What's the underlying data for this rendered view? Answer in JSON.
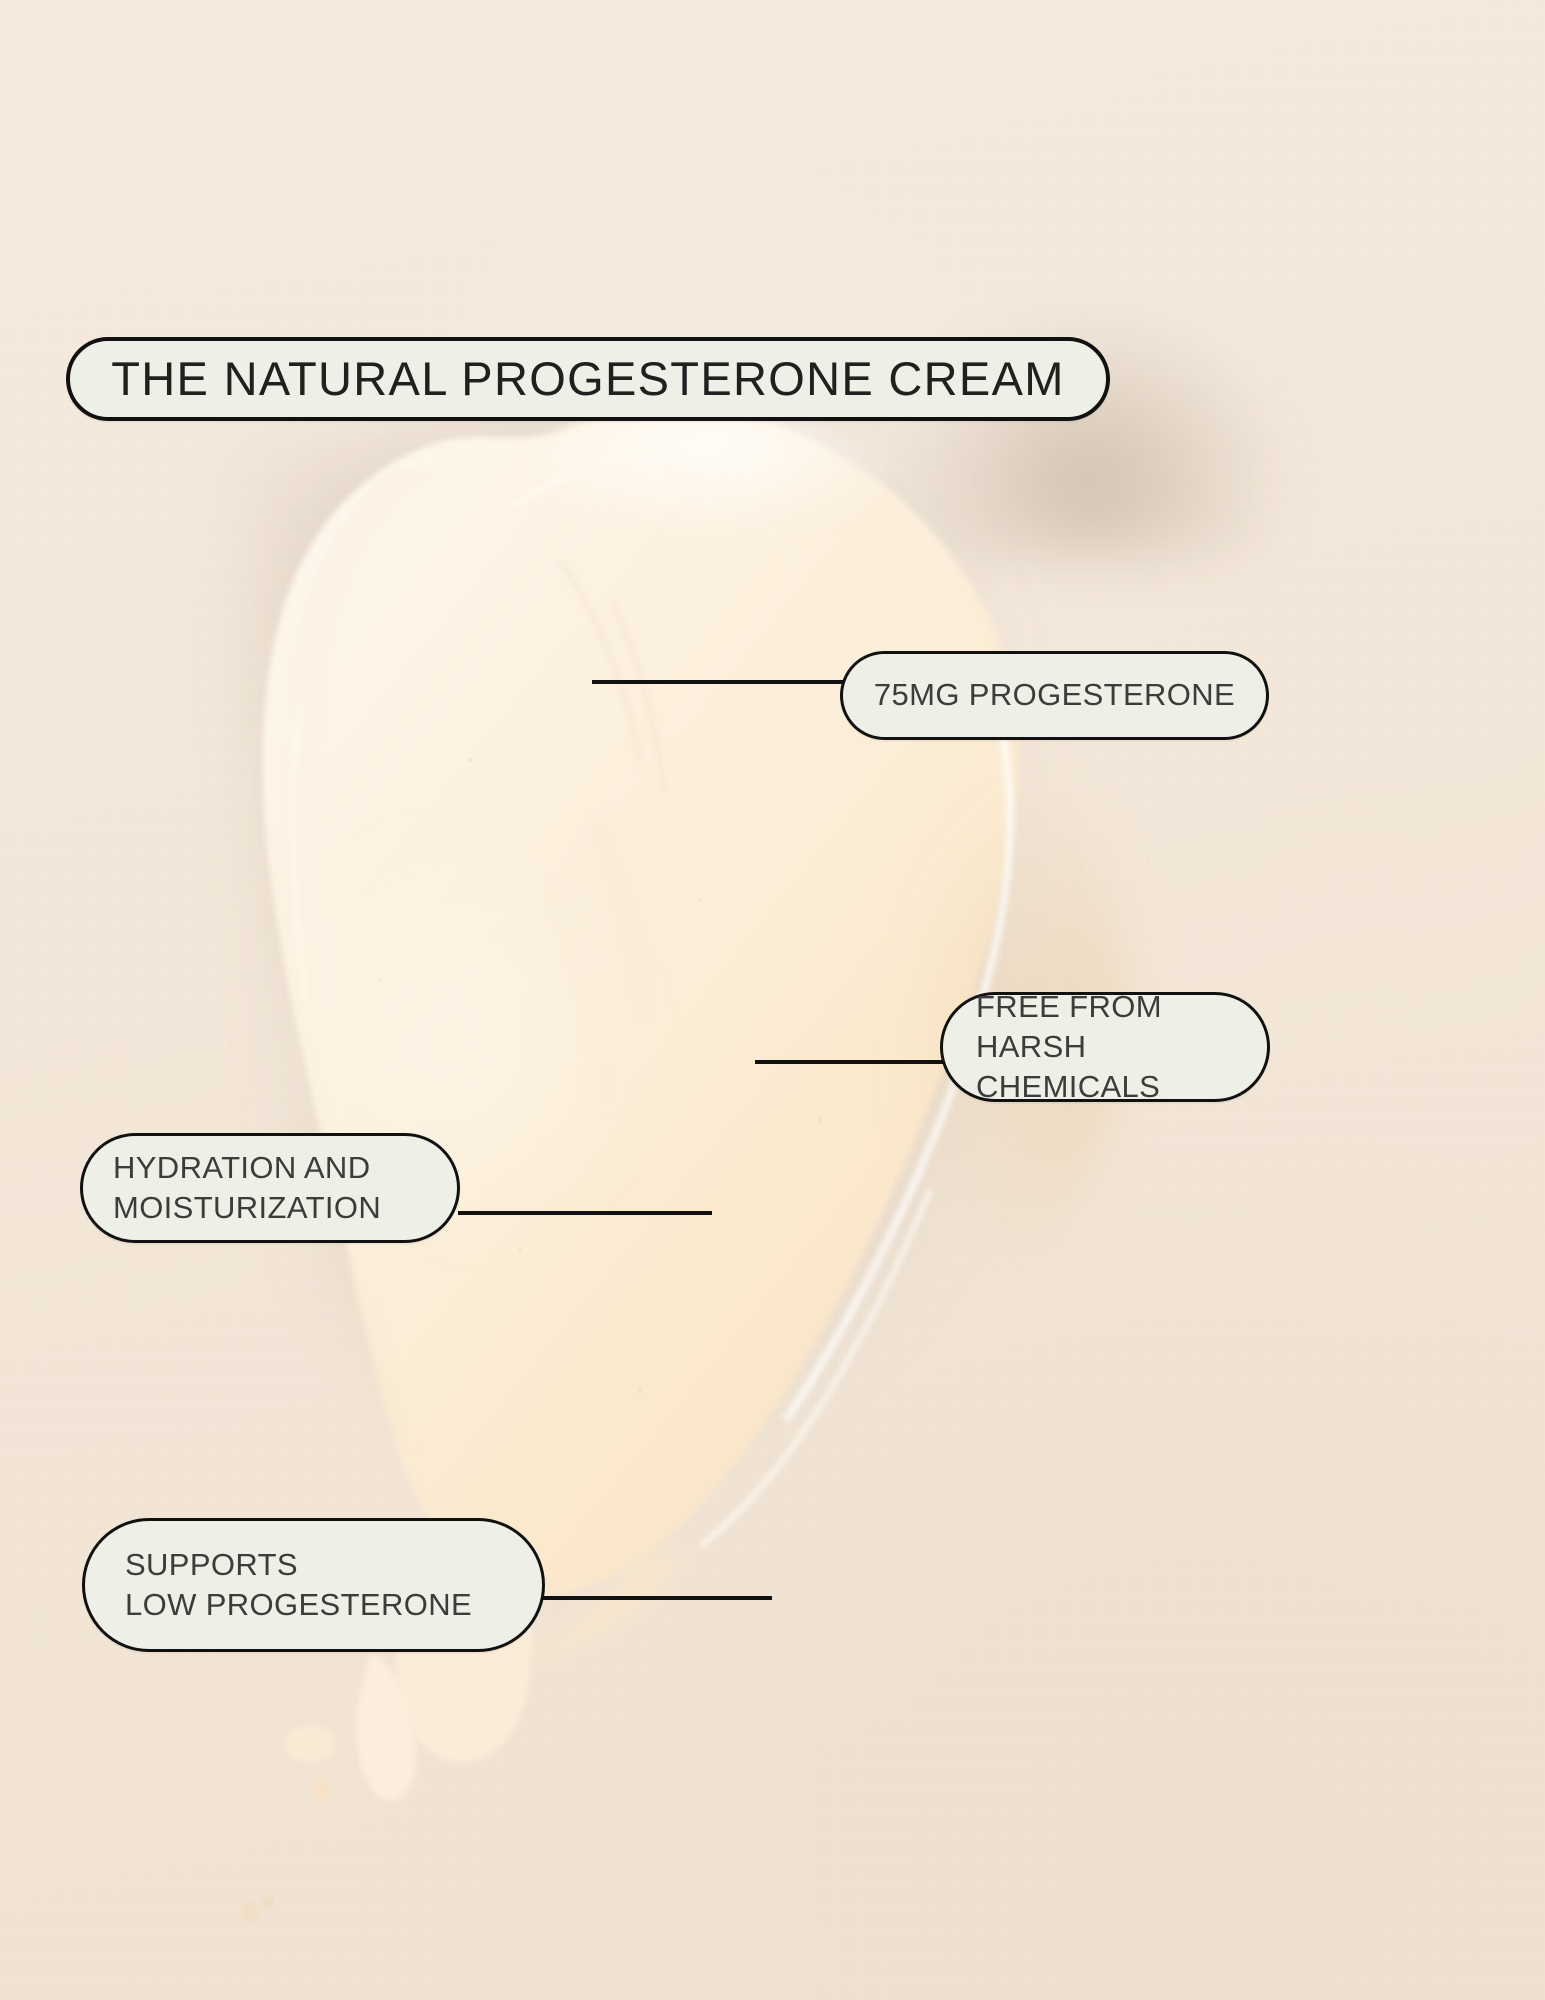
{
  "page": {
    "background_color": "#f4e8da",
    "pill_fill_color": "#eef0e7",
    "pill_border_color": "#111111",
    "text_color": "#3c3c3a",
    "title_text_color": "#20201f",
    "leader_line_color": "#111111"
  },
  "header": {
    "title": "THE NATURAL PROGESTERONE CREAM"
  },
  "callouts": [
    {
      "id": "progesterone-dose",
      "label": "75MG PROGESTERONE",
      "align": "center"
    },
    {
      "id": "free-from-harsh-chemicals",
      "label": "FREE FROM HARSH\nCHEMICALS",
      "align": "left"
    },
    {
      "id": "hydration-and-moisturization",
      "label": "HYDRATION AND\nMOISTURIZATION",
      "align": "left"
    },
    {
      "id": "supports-low-progesterone",
      "label": "SUPPORTS\nLOW PROGESTERONE",
      "align": "left"
    }
  ],
  "product_image": {
    "subject": "cosmetic cream smear swatch",
    "cream_color": "#fbefdd"
  }
}
